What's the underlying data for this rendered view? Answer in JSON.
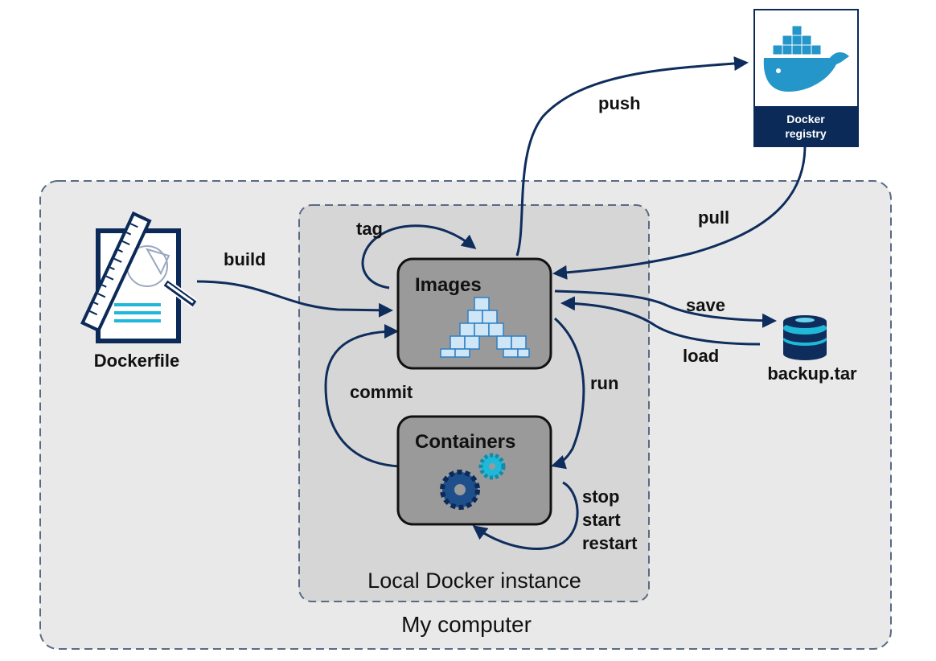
{
  "colors": {
    "arrow": "#0f2d5c",
    "panel_outer": "#e9e9e9",
    "panel_inner": "#d6d6d6",
    "dashed_border": "#5a6a85",
    "box_fill": "#9a9a9a",
    "box_border": "#111111",
    "accent_cyan": "#1fb8d8",
    "icon_blue": "#2e7fc4",
    "registry_banner": "#0b2a58"
  },
  "diagram": {
    "outer_label": "My computer",
    "inner_label": "Local Docker instance",
    "nodes": {
      "images": "Images",
      "containers": "Containers",
      "dockerfile": "Dockerfile",
      "backup": "backup.tar",
      "registry_line1": "Docker",
      "registry_line2": "registry"
    },
    "edges": {
      "build": "build",
      "tag": "tag",
      "push": "push",
      "pull": "pull",
      "save": "save",
      "load": "load",
      "run": "run",
      "commit": "commit",
      "stop": "stop",
      "start": "start",
      "restart": "restart"
    }
  }
}
